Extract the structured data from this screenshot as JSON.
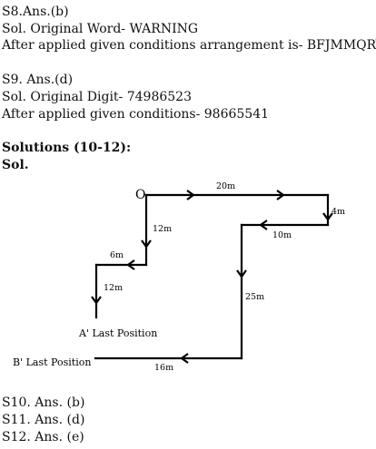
{
  "s8": {
    "ans": "S8.Ans.(b)",
    "original": "Sol. Original Word- WARNING",
    "arrangement": "After applied given conditions arrangement is- BFJMMQRV"
  },
  "s9": {
    "ans": "S9. Ans.(d)",
    "original": "Sol. Original Digit- 74986523",
    "result": "After applied given conditions- 98665541"
  },
  "solutions": {
    "heading": "Solutions (10-12):",
    "sol": "Sol."
  },
  "diagram": {
    "origin": "O",
    "labels": {
      "d20": "20m",
      "d4": "4m",
      "d10": "10m",
      "d25": "25m",
      "d16": "16m",
      "d12a": "12m",
      "d6": "6m",
      "d12b": "12m"
    },
    "a_last": "A' Last Position",
    "b_last": "B' Last Position"
  },
  "answers": {
    "s10": "S10. Ans. (b)",
    "s11": "S11. Ans. (d)",
    "s12": "S12. Ans. (e)"
  }
}
